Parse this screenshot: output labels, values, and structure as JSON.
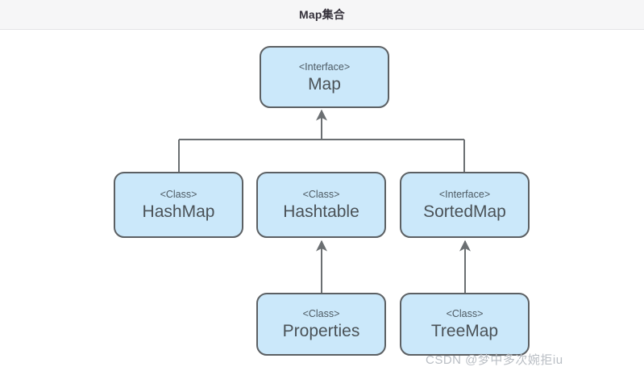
{
  "header": {
    "title": "Map集合",
    "background": "#f6f6f7"
  },
  "theme": {
    "node_fill": "#cbe8fa",
    "node_border": "#5c6063",
    "connector": "#6b6f72",
    "text": "#4b5257",
    "stereotype_text": "#4d5a63",
    "canvas_background": "#ffffff"
  },
  "diagram": {
    "type": "uml-class-hierarchy",
    "nodes": [
      {
        "id": "map",
        "stereotype": "<Interface>",
        "name": "Map"
      },
      {
        "id": "hashmap",
        "stereotype": "<Class>",
        "name": "HashMap"
      },
      {
        "id": "hashtable",
        "stereotype": "<Class>",
        "name": "Hashtable"
      },
      {
        "id": "sortedmap",
        "stereotype": "<Interface>",
        "name": "SortedMap"
      },
      {
        "id": "properties",
        "stereotype": "<Class>",
        "name": "Properties"
      },
      {
        "id": "treemap",
        "stereotype": "<Class>",
        "name": "TreeMap"
      }
    ],
    "edges": [
      {
        "from": "hashmap",
        "to": "map",
        "kind": "implements"
      },
      {
        "from": "hashtable",
        "to": "map",
        "kind": "implements"
      },
      {
        "from": "sortedmap",
        "to": "map",
        "kind": "extends"
      },
      {
        "from": "properties",
        "to": "hashtable",
        "kind": "extends"
      },
      {
        "from": "treemap",
        "to": "sortedmap",
        "kind": "implements"
      }
    ]
  },
  "watermark": {
    "text": "CSDN @梦中多次婉拒iu"
  }
}
